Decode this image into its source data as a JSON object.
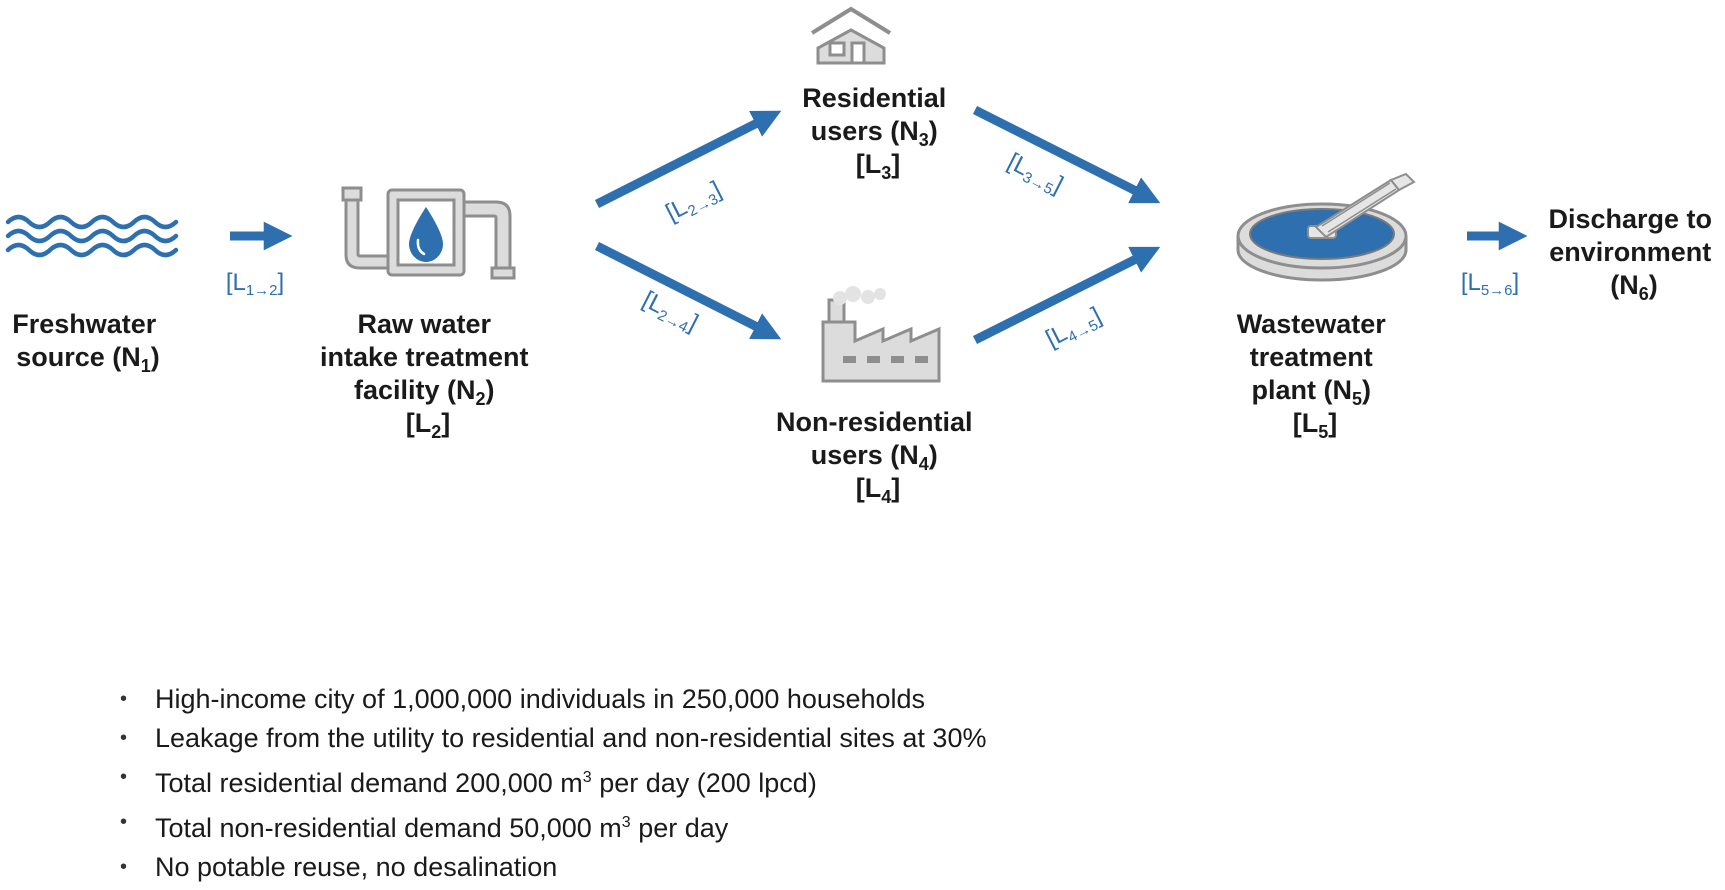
{
  "colors": {
    "arrow": "#2e6fb0",
    "flow_label": "#2e6fb0",
    "icon_fill": "#dcdcdc",
    "icon_stroke": "#8e8e8e",
    "accent": "#2e6fb0"
  },
  "nodes": {
    "n1": {
      "lines": [
        "Freshwater",
        "source (N"
      ],
      "sub": "1",
      "tail": ")",
      "icon": "water-waves-icon"
    },
    "n2": {
      "lines": [
        "Raw water",
        "intake treatment",
        "facility (N"
      ],
      "sub": "2",
      "tail": ")",
      "bracket_open": "[L",
      "bracket_sub": "2",
      "bracket_close": "]",
      "icon": "water-tank-pipe-icon"
    },
    "n3": {
      "lines": [
        "Residential",
        "users (N"
      ],
      "sub": "3",
      "tail": ")",
      "bracket_open": "[L",
      "bracket_sub": "3",
      "bracket_close": "]",
      "icon": "house-icon"
    },
    "n4": {
      "lines": [
        "Non-residential",
        "users (N"
      ],
      "sub": "4",
      "tail": ")",
      "bracket_open": "[L",
      "bracket_sub": "4",
      "bracket_close": "]",
      "icon": "factory-icon"
    },
    "n5": {
      "lines": [
        "Wastewater",
        "treatment",
        "plant (N"
      ],
      "sub": "5",
      "tail": ")",
      "bracket_open": "[L",
      "bracket_sub": "5",
      "bracket_close": "]",
      "icon": "clarifier-tank-icon"
    },
    "n6": {
      "lines": [
        "Discharge to",
        "environment",
        "(N"
      ],
      "sub": "6",
      "tail": ")"
    }
  },
  "flows": {
    "f12": {
      "open": "[L",
      "sub": "1→2",
      "close": "]"
    },
    "f23": {
      "open": "[L",
      "sub": "2→3",
      "close": "]"
    },
    "f24": {
      "open": "[L",
      "sub": "2→4",
      "close": "]"
    },
    "f35": {
      "open": "[L",
      "sub": "3→5",
      "close": "]"
    },
    "f45": {
      "open": "[L",
      "sub": "4→5",
      "close": "]"
    },
    "f56": {
      "open": "[L",
      "sub": "5→6",
      "close": "]"
    }
  },
  "notes": {
    "items": [
      {
        "text": "High-income city of 1,000,000 individuals in 250,000 households"
      },
      {
        "text": "Leakage from the utility to residential and non-residential sites at 30%"
      },
      {
        "pre": "Total residential demand 200,000 m",
        "sup": "3",
        "post": " per day (200 lpcd)"
      },
      {
        "pre": "Total non-residential demand 50,000 m",
        "sup": "3",
        "post": " per day"
      },
      {
        "text": "No potable reuse, no desalination"
      }
    ]
  }
}
